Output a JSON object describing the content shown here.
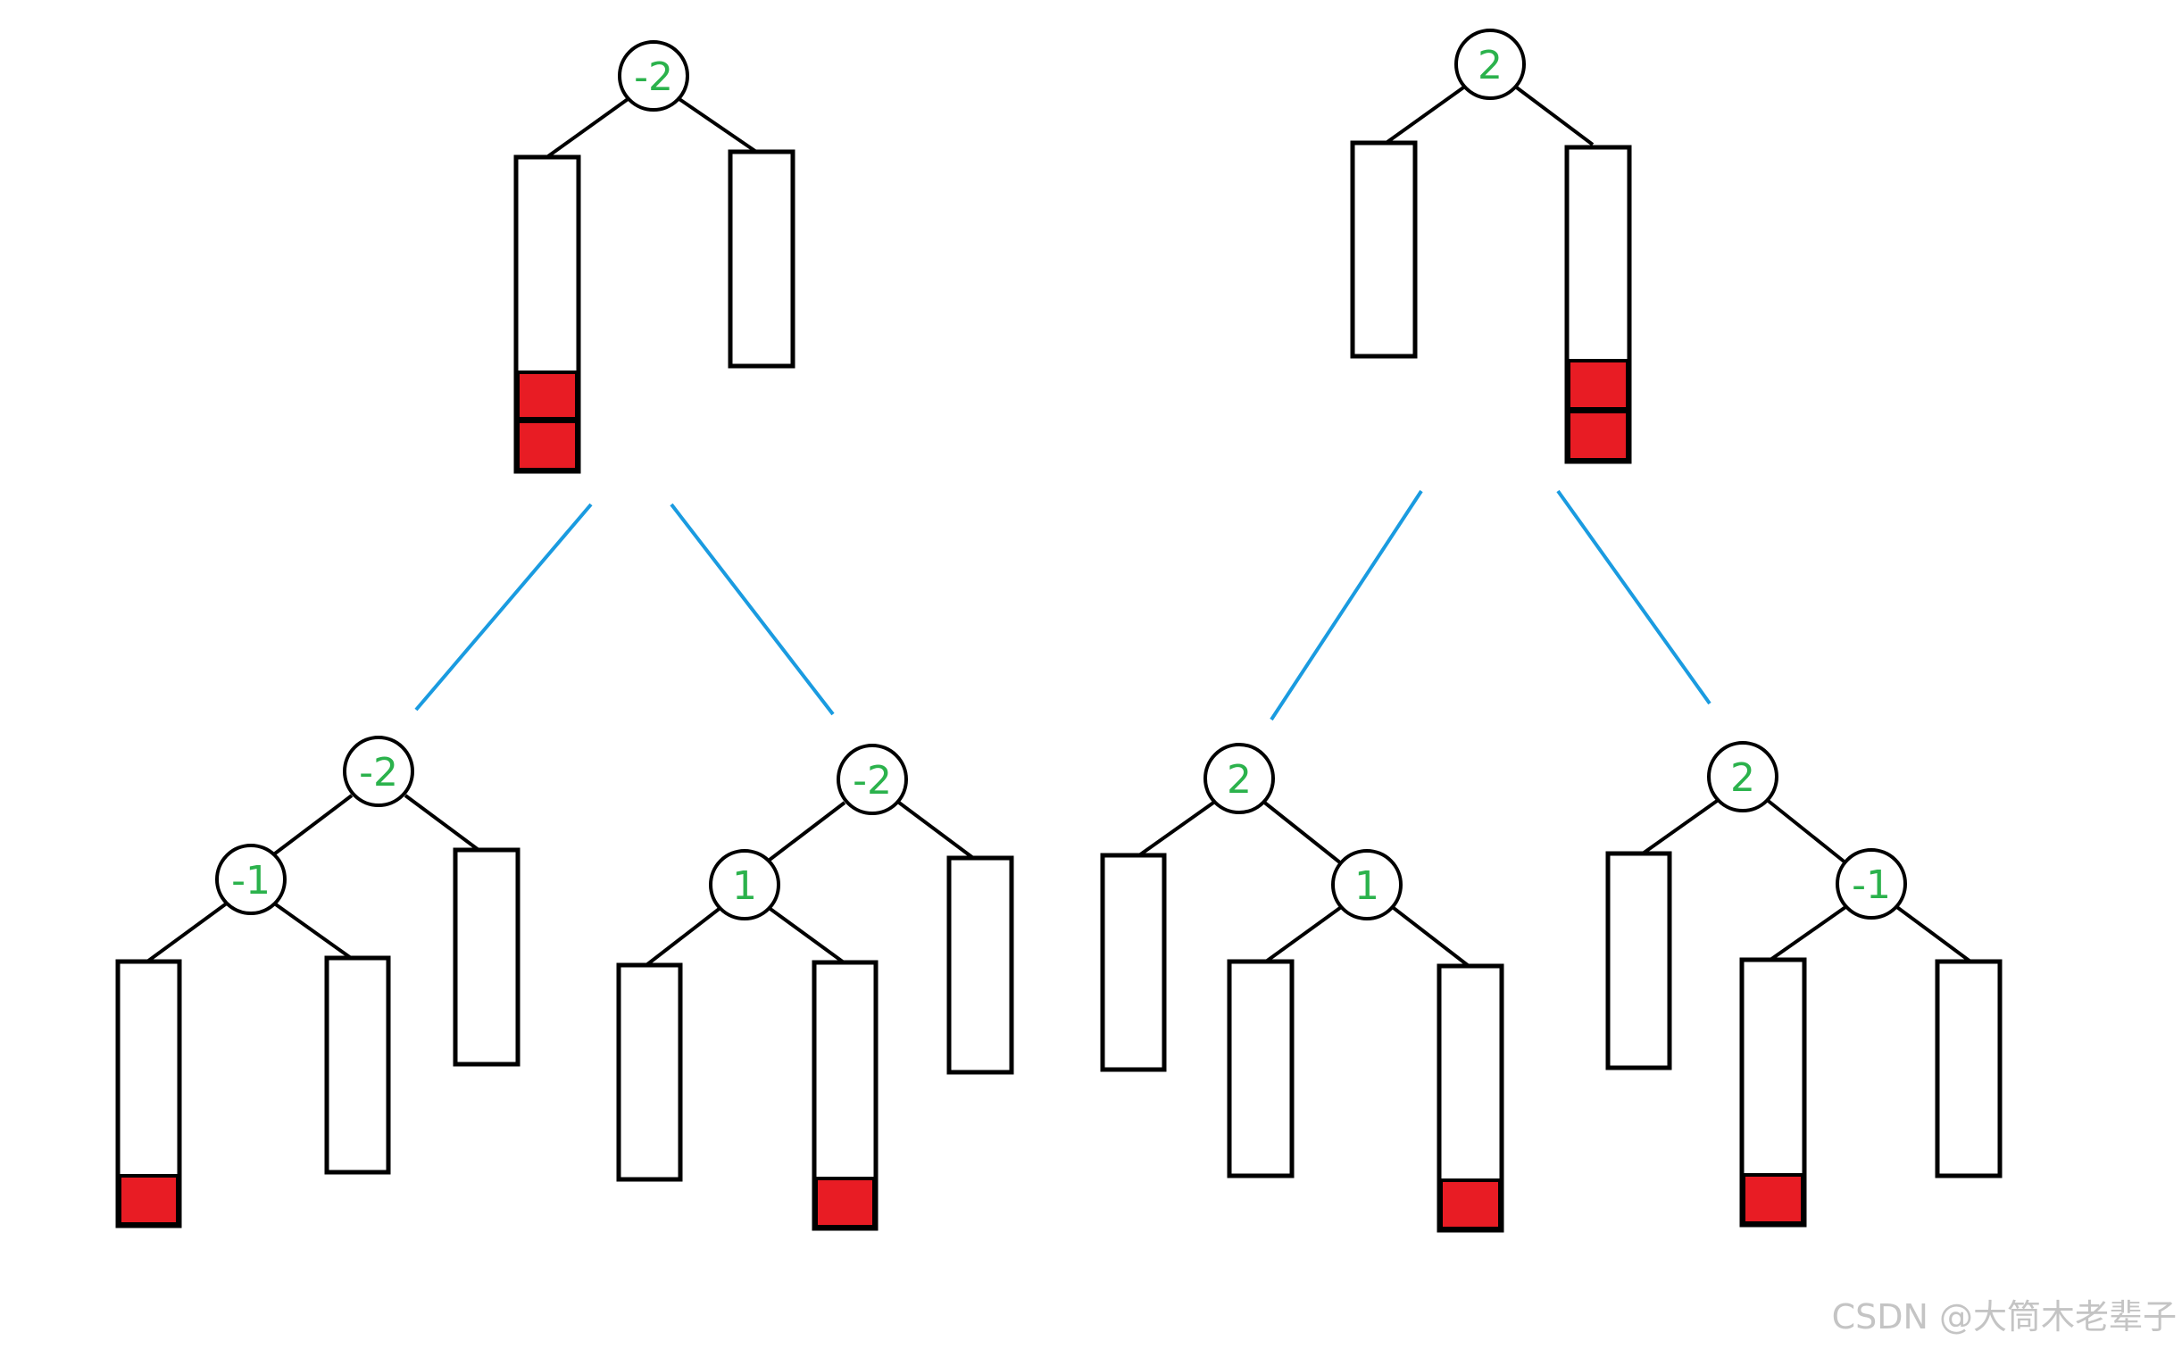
{
  "colors": {
    "node_label": "#2bb24c",
    "stroke": "#000000",
    "subtree_fill": "#ffffff",
    "inserted_fill": "#e81c24",
    "branch_line": "#1a9be0"
  },
  "diagrams": [
    {
      "id": "left-heavy",
      "root_balance": "-2",
      "cases": [
        {
          "id": "LL",
          "root_balance": "-2",
          "child_balance": "-1"
        },
        {
          "id": "LR",
          "root_balance": "-2",
          "child_balance": "1"
        }
      ]
    },
    {
      "id": "right-heavy",
      "root_balance": "2",
      "cases": [
        {
          "id": "RR",
          "root_balance": "2",
          "child_balance": "1"
        },
        {
          "id": "RL",
          "root_balance": "2",
          "child_balance": "-1"
        }
      ]
    }
  ],
  "watermark": "CSDN @大筒木老辈子"
}
